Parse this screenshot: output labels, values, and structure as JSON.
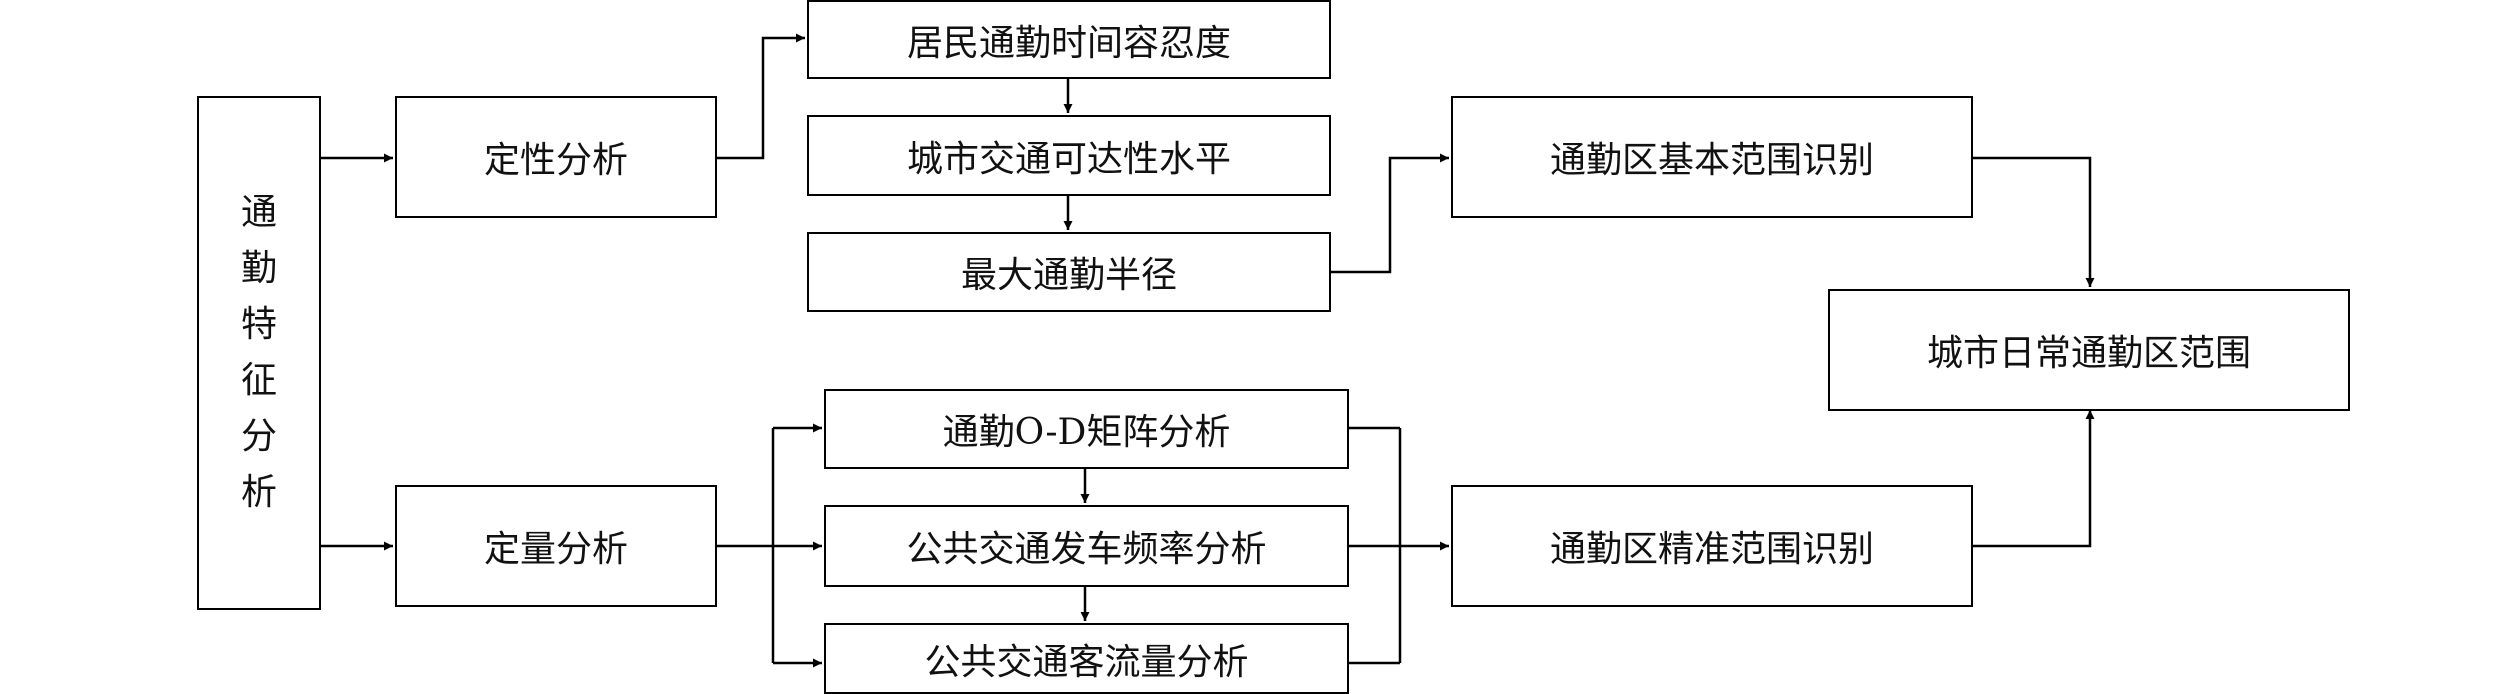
{
  "left_label": [
    "通",
    "勤",
    "特",
    "征",
    "分",
    "析"
  ],
  "nodes": {
    "qualitative": "定性分析",
    "quantitative": "定量分析",
    "tolerance": "居民通勤时间容忍度",
    "accessibility": "城市交通可达性水平",
    "max_radius": "最大通勤半径",
    "od_matrix": "通勤O-D矩阵分析",
    "frequency": "公共交通发车频率分析",
    "passenger_flow": "公共交通客流量分析",
    "basic_range": "通勤区基本范围识别",
    "precise_range": "通勤区精准范围识别",
    "final_range": "城市日常通勤区范围"
  }
}
